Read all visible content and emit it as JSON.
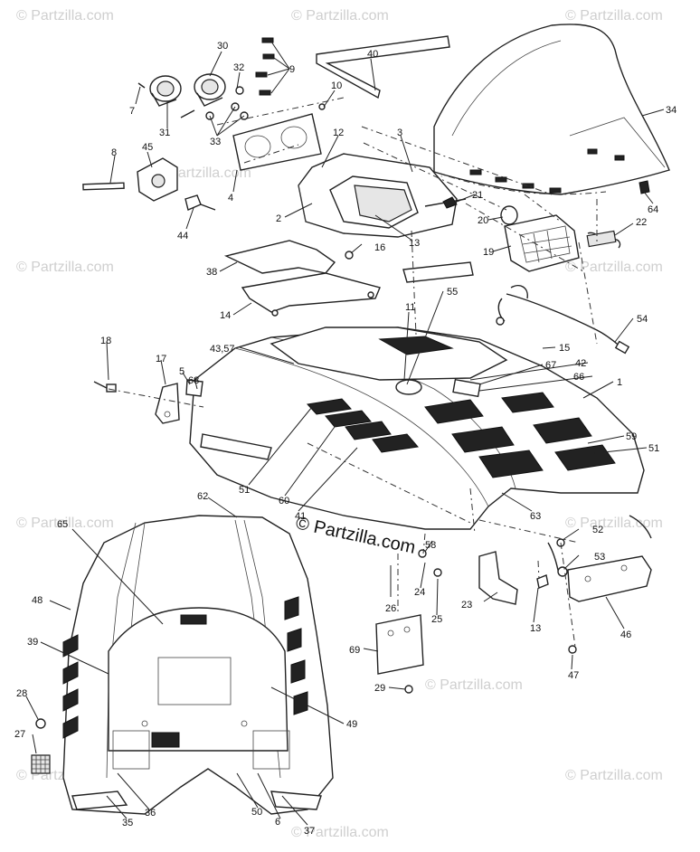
{
  "watermark": {
    "text": "© Partzilla.com",
    "center_text": "© Partzilla.com"
  },
  "callouts": {
    "c30": "30",
    "c9": "9",
    "c40": "40",
    "c32": "32",
    "c7": "7",
    "c31": "31",
    "c33": "33",
    "c10": "10",
    "c34": "34",
    "c3": "3",
    "c12": "12",
    "c8": "8",
    "c45": "45",
    "c4": "4",
    "c21": "21",
    "c20": "20",
    "c64": "64",
    "c22": "22",
    "c2": "2",
    "c13a": "13",
    "c44": "44",
    "c16": "16",
    "c19": "19",
    "c38": "38",
    "c55": "55",
    "c14": "14",
    "c11": "11",
    "c54": "54",
    "c18": "18",
    "c43_57": "43,57",
    "c15": "15",
    "c17": "17",
    "c5": "5",
    "c68": "68",
    "c67": "67",
    "c42": "42",
    "c66": "66",
    "c1": "1",
    "c59": "59",
    "c51a": "51",
    "c51b": "51",
    "c60": "60",
    "c41": "41",
    "c62": "62",
    "c63": "63",
    "c65": "65",
    "c52": "52",
    "c58": "58",
    "c53": "53",
    "c48": "48",
    "c24": "24",
    "c26": "26",
    "c23": "23",
    "c25": "25",
    "c13b": "13",
    "c46": "46",
    "c39": "39",
    "c69": "69",
    "c47": "47",
    "c28": "28",
    "c29": "29",
    "c49": "49",
    "c27": "27",
    "c36": "36",
    "c50": "50",
    "c35": "35",
    "c6": "6",
    "c37": "37"
  }
}
